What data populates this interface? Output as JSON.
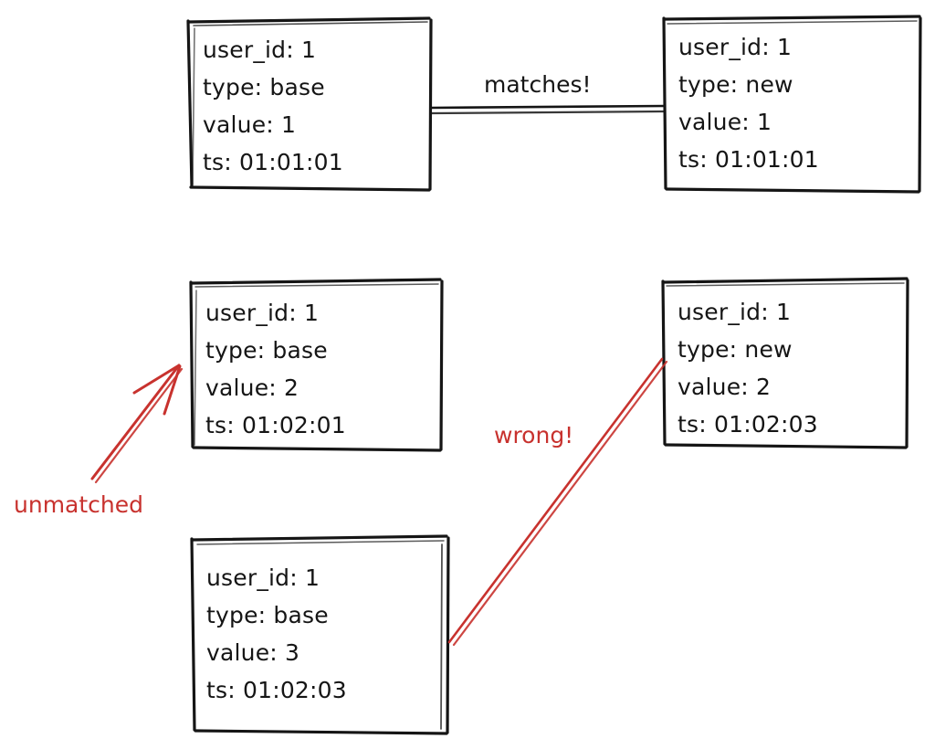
{
  "diagram": {
    "title": "Record matching comparison diagram",
    "style": "hand-drawn sketch",
    "background_color": "#ffffff",
    "ink_color": "#151515",
    "accent_color": "#c8322e"
  },
  "boxes": [
    {
      "id": "base-record-1",
      "side": "left",
      "fields": [
        "user_id: 1",
        "type: base",
        "value: 1",
        "ts: 01:01:01"
      ]
    },
    {
      "id": "new-record-1",
      "side": "right",
      "fields": [
        "user_id: 1",
        "type: new",
        "value: 1",
        "ts: 01:01:01"
      ]
    },
    {
      "id": "base-record-2",
      "side": "left",
      "fields": [
        "user_id: 1",
        "type: base",
        "value: 2",
        "ts: 01:02:01"
      ]
    },
    {
      "id": "new-record-2",
      "side": "right",
      "fields": [
        "user_id: 1",
        "type: new",
        "value: 2",
        "ts: 01:02:03"
      ]
    },
    {
      "id": "base-record-3",
      "side": "left",
      "fields": [
        "user_id: 1",
        "type: base",
        "value: 3",
        "ts: 01:02:03"
      ]
    }
  ],
  "annotations": {
    "matches_label": "matches!",
    "unmatched_label": "unmatched",
    "wrong_label": "wrong!"
  }
}
